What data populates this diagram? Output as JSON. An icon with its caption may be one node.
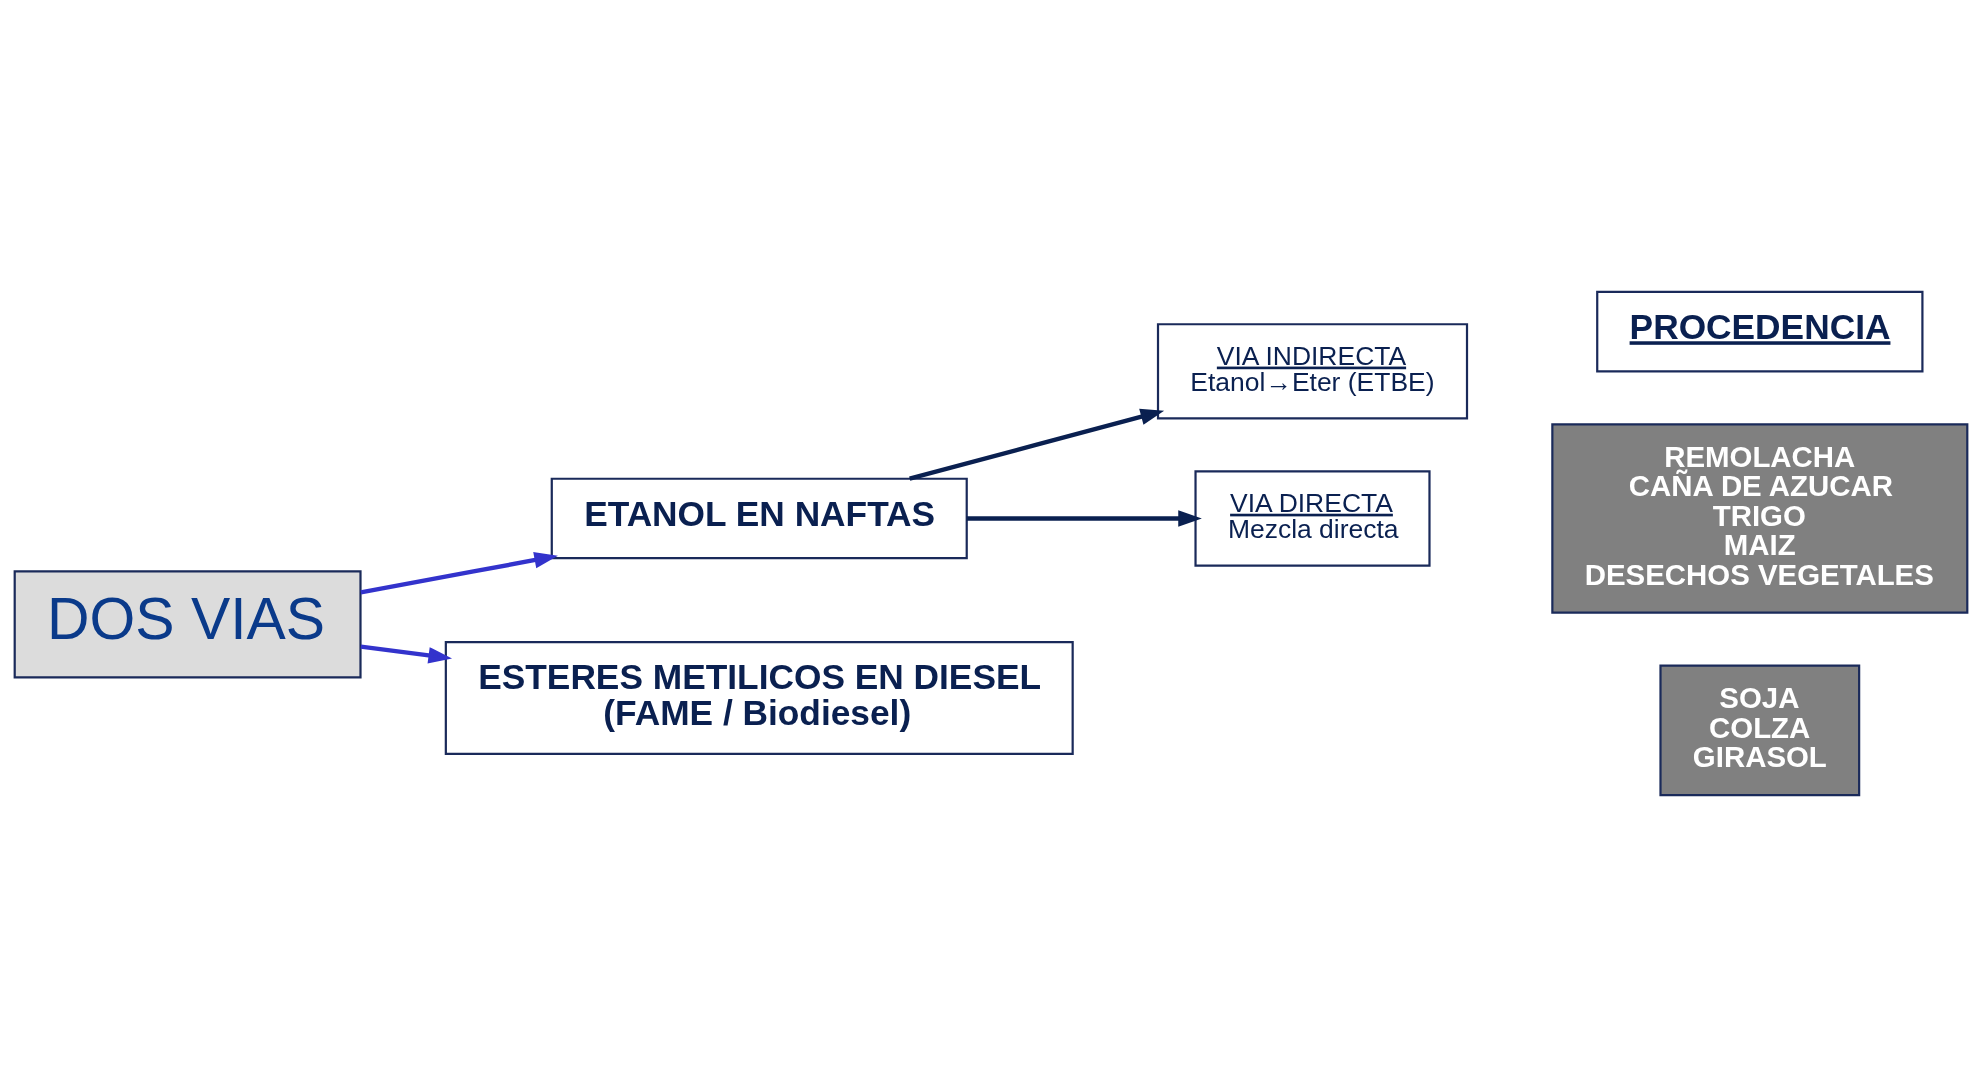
{
  "diagram": {
    "nodes": [
      {
        "text": [
          "DOS VIAS"
        ]
      },
      {
        "text": [
          "ETANOL EN NAFTAS"
        ]
      },
      {
        "text": [
          "VIA INDIRECTA",
          "Etanol→Eter (ETBE)"
        ]
      },
      {
        "text": [
          "VIA DIRECTA",
          "Mezcla directa"
        ]
      },
      {
        "text": [
          "PROCEDENCIA"
        ]
      },
      {
        "text": [
          "REMOLACHA",
          "CAÑA DE AZUCAR",
          "TRIGO",
          "MAIZ",
          "DESECHOS VEGETALES"
        ]
      },
      {
        "text": [
          "ESTERES METILICOS EN DIESEL",
          "(FAME / Biodiesel)"
        ]
      },
      {
        "text": [
          "SOJA",
          "COLZA",
          "GIRASOL"
        ]
      }
    ],
    "edges": [
      {
        "from": 0,
        "to": 1,
        "arrow": "to",
        "color": "#3333cc"
      },
      {
        "from": 1,
        "to": 2,
        "arrow": "to",
        "color": "#0a2050"
      },
      {
        "from": 1,
        "to": 3,
        "arrow": "to",
        "color": "#0a2050"
      },
      {
        "from": 0,
        "to": 6,
        "arrow": "to",
        "color": "#3333cc"
      }
    ]
  }
}
